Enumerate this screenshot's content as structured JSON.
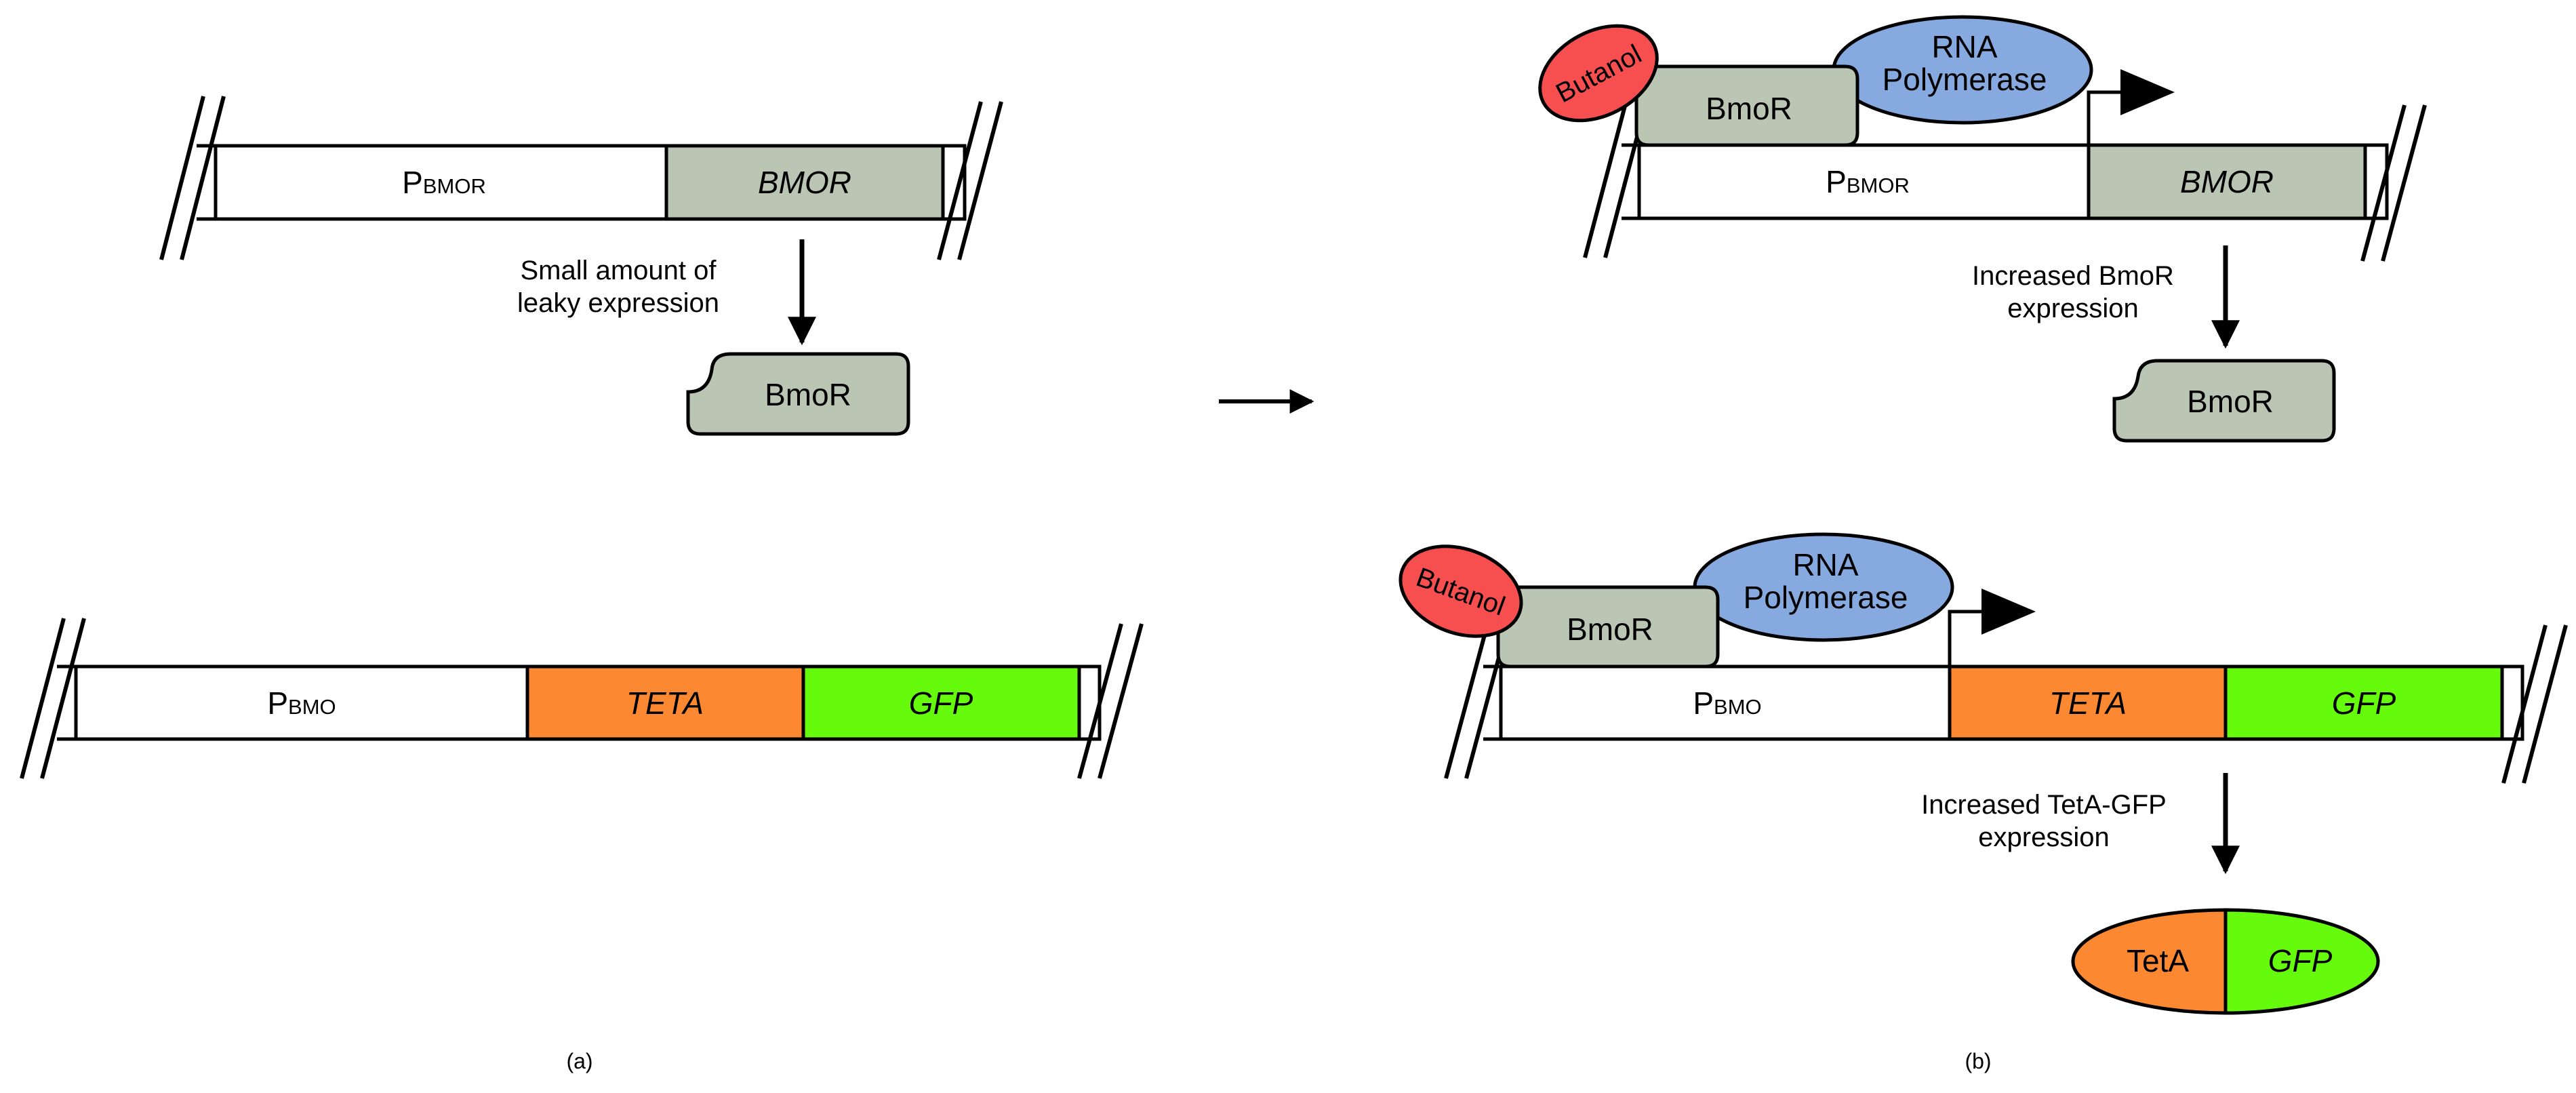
{
  "colors": {
    "promoter": "#ffffff",
    "bmor_gene": "#bbc5b4",
    "teta": "#fc8832",
    "gfp": "#66fa0c",
    "butanol": "#f74f4f",
    "rna_polymerase": "#86a9e0",
    "bmor_protein": "#bbc5b4",
    "outline": "#000000"
  },
  "panel_a": {
    "caption": "(a)",
    "bmor_construct": {
      "promoter_letter": "P",
      "promoter_sub": "BMOR",
      "gene_label": "BMOR"
    },
    "leaky_note": [
      "Small amount of",
      "leaky expression"
    ],
    "protein_label": "BmoR",
    "bmo_construct": {
      "promoter_letter": "P",
      "promoter_sub": "BMO",
      "teta_label": "TETA",
      "gfp_label": "GFP"
    }
  },
  "panel_b": {
    "caption": "(b)",
    "top": {
      "butanol_label": "Butanol",
      "bmor_label": "BmoR",
      "rnap_lines": [
        "RNA",
        "Polymerase"
      ],
      "promoter_letter": "P",
      "promoter_sub": "BMOR",
      "gene_label": "BMOR",
      "note": [
        "Increased BmoR",
        "expression"
      ],
      "protein_label": "BmoR"
    },
    "bottom": {
      "butanol_label": "Butanol",
      "bmor_label": "BmoR",
      "rnap_lines": [
        "RNA",
        "Polymerase"
      ],
      "promoter_letter": "P",
      "promoter_sub": "BMO",
      "teta_label": "TETA",
      "gfp_label": "GFP",
      "note": [
        "Increased TetA-GFP",
        "expression"
      ],
      "fusion_left": "TetA",
      "fusion_right": "GFP"
    }
  }
}
